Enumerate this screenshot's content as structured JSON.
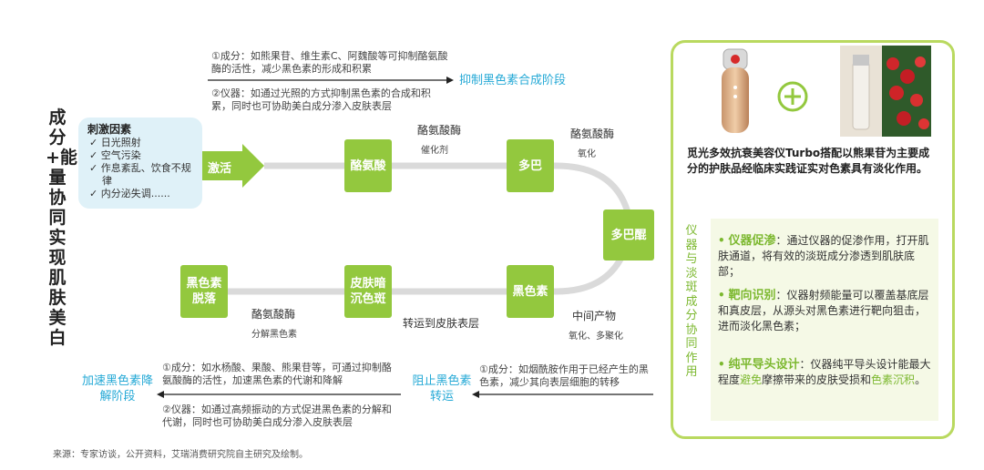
{
  "title": "成分+能量协同实现肌肤美白",
  "stimulus": {
    "title": "刺激因素",
    "items": [
      "✓ 日光照射",
      "✓ 空气污染",
      "✓ 作息紊乱、饮食不规律",
      "✓ 内分泌失调......"
    ]
  },
  "flow_nodes": {
    "activate": "激活",
    "tyrosine": "酪氨酸",
    "dopa": "多巴",
    "dopaquinone": "多巴醌",
    "melanin": "黑色素",
    "skin_spot": "皮肤暗沉色斑",
    "shedding": "黑色素脱落"
  },
  "flow_labels": {
    "tyrosinase_1": "酪氨酸酶",
    "catalyst": "催化剂",
    "tyrosinase_2": "酪氨酸酶",
    "oxidation": "氧化",
    "intermediate": "中间产物",
    "oxi_poly": "氧化、多聚化",
    "transport": "转运到皮肤表层",
    "tyrosinase_3": "酪氨酸酶",
    "decompose": "分解黑色素"
  },
  "top_notes": {
    "ingredient": "①成分：如熊果苷、维生素C、阿魏酸等可抑制酪氨酸酶的活性，减少黑色素的形成和积累",
    "device": "②仪器：如通过光照的方式抑制黑色素的合成和积累，同时也可协助美白成分渗入皮肤表层"
  },
  "stage_top": "抑制黑色素合成阶段",
  "bottom_right": {
    "stage": "阻止黑色素转运",
    "note": "①成分：如烟酰胺作用于已经产生的黑色素，减少其向表层细胞的转移"
  },
  "bottom_left": {
    "stage": "加速黑色素降解阶段",
    "ingredient": "①成分：如水杨酸、果酸、熊果苷等，可通过抑制酪氨酸酶的活性，加速黑色素的代谢和降解",
    "device": "②仪器：如通过高频振动的方式促进黑色素的分解和代谢，同时也可协助美白成分渗入皮肤表层"
  },
  "panel": {
    "plus": "+",
    "description": "觅光多效抗衰美容仪Turbo搭配以熊果苷为主要成分的护肤品经临床实践证实对色素具有淡化作用。",
    "side_label": "仪器与淡斑成分协同作用",
    "bullets": [
      {
        "dot": "•",
        "keyword": "仪器促渗",
        "text": "：通过仪器的促渗作用，打开肌肤通道，将有效的淡斑成分渗透到肌肤底部；"
      },
      {
        "dot": "•",
        "keyword": "靶向识别",
        "text": "：仪器射频能量可以覆盖基底层和真皮层，从源头对黑色素进行靶向狙击，进而淡化黑色素；"
      },
      {
        "dot": "•",
        "keyword": "纯平导头设计",
        "text_a": "：仪器纯平导头设计能最大程度",
        "hl1": "避免",
        "text_b": "摩擦带来的皮肤受损和",
        "hl2": "色素沉积",
        "text_c": "。"
      }
    ]
  },
  "source": "来源：专家访谈，公开资料，艾瑞消费研究院自主研究及绘制。",
  "colors": {
    "green": "#93c83e",
    "blue": "#25a9d6",
    "panel_border": "#b9d95f"
  }
}
